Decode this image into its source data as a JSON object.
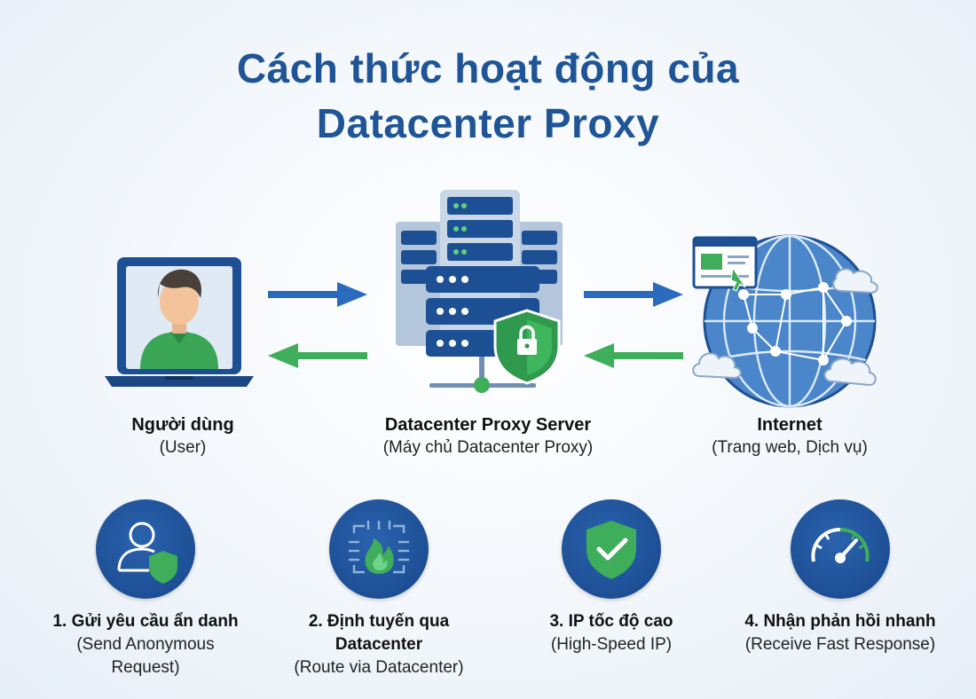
{
  "title": {
    "line1": "Cách thức hoạt động của",
    "line2": "Datacenter Proxy"
  },
  "nodes": [
    {
      "label": "Người dùng",
      "sublabel": "(User)",
      "icon": "user-laptop-icon"
    },
    {
      "label": "Datacenter Proxy Server",
      "sublabel": "(Máy chủ Datacenter Proxy)",
      "icon": "server-shield-icon"
    },
    {
      "label": "Internet",
      "sublabel": "(Trang web, Dịch vụ)",
      "icon": "globe-network-icon"
    }
  ],
  "steps": [
    {
      "title": "1. Gửi yêu cầu ẩn danh",
      "sub1": "(Send Anonymous",
      "sub2": "Request)",
      "icon": "user-shield-icon"
    },
    {
      "title": "2. Định tuyến qua",
      "title2": "Datacenter",
      "sub1": "(Route via Datacenter)",
      "icon": "chip-flame-icon"
    },
    {
      "title": "3. IP tốc độ cao",
      "sub1": "(High-Speed IP)",
      "icon": "shield-check-icon"
    },
    {
      "title": "4. Nhận phản hồi nhanh",
      "sub1": "(Receive Fast Response)",
      "icon": "speedometer-icon"
    }
  ],
  "colors": {
    "title": "#1f5596",
    "request_arrow": "#2a6bbd",
    "response_arrow": "#3fae5a",
    "step_circle": "#1d4f95",
    "accent_green": "#3fae5a"
  }
}
